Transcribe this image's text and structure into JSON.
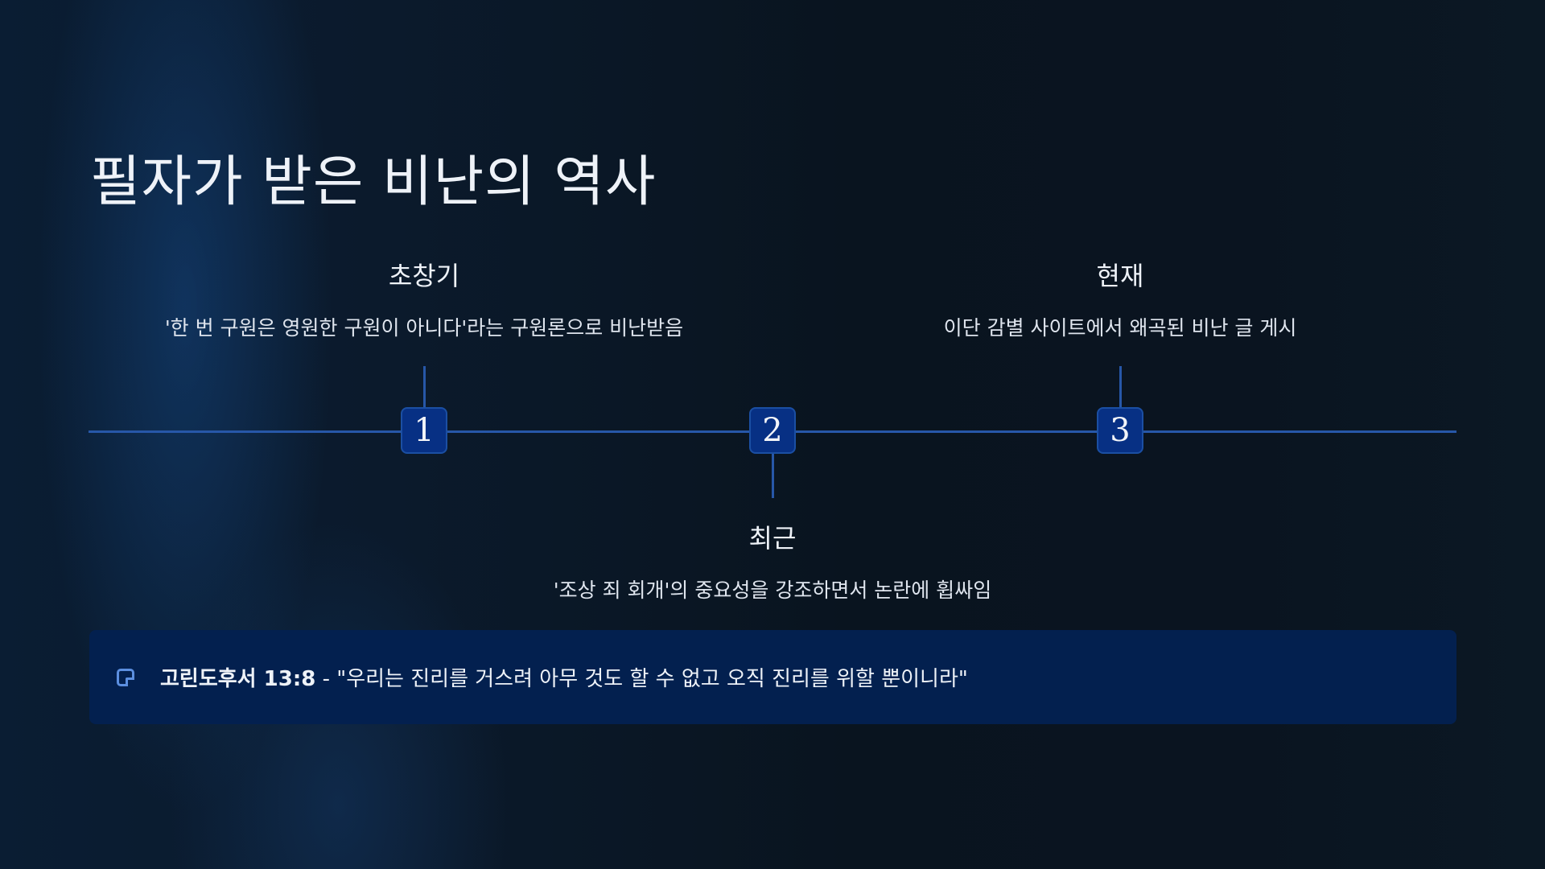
{
  "title": "필자가 받은 비난의 역사",
  "timeline": [
    {
      "number": "1",
      "heading": "초창기",
      "description": "'한 번 구원은 영원한 구원이 아니다'라는 구원론으로 비난받음"
    },
    {
      "number": "2",
      "heading": "최근",
      "description": "'조상 죄 회개'의 중요성을 강조하면서 논란에 휩싸임"
    },
    {
      "number": "3",
      "heading": "현재",
      "description": "이단 감별 사이트에서 왜곡된 비난 글 게시"
    }
  ],
  "callout": {
    "icon": "note-icon",
    "reference": "고린도후서 13:8",
    "separator": " - ",
    "quote": "\"우리는 진리를 거스려 아무 것도 할 수 없고 오직 진리를 위할 뿐이니라\""
  },
  "colors": {
    "accent": "#2757a8",
    "node": "#073084",
    "callout_bg": "#03204f"
  }
}
